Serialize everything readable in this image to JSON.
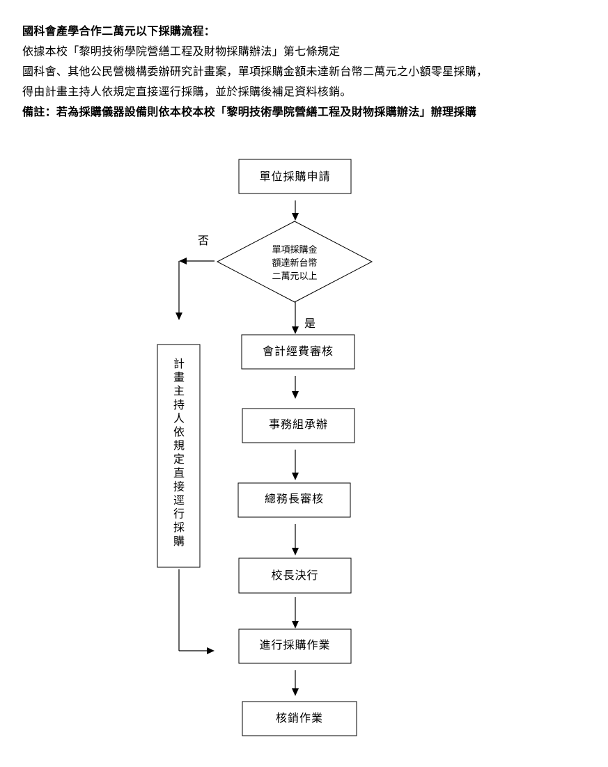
{
  "header": {
    "title": "國科會產學合作二萬元以下採購流程：",
    "line1": "依據本校「黎明技術學院營繕工程及財物採購辦法」第七條規定",
    "line2": "國科會、其他公民營機構委辦研究計畫案，單項採購金額未達新台幣二萬元之小額零星採購，",
    "line3": "得由計畫主持人依規定直接逕行採購，並於採購後補足資料核銷。",
    "note": "備註：若為採購儀器設備則依本校本校「黎明技術學院營繕工程及財物採購辦法」辦理採購"
  },
  "flow": {
    "step1": "單位採購申請",
    "decision_line1": "單項採購金",
    "decision_line2": "額達新台幣",
    "decision_line3": "二萬元以上",
    "no_label": "否",
    "yes_label": "是",
    "step2": "會計經費審核",
    "step3": "事務組承辦",
    "step4": "總務長審核",
    "step5": "校長決行",
    "step6": "進行採購作業",
    "step7": "核銷作業",
    "side_box_chars": [
      "計",
      "畫",
      "主",
      "持",
      "人",
      "依",
      "規",
      "定",
      "直",
      "接",
      "逕",
      "行",
      "採",
      "購"
    ]
  }
}
